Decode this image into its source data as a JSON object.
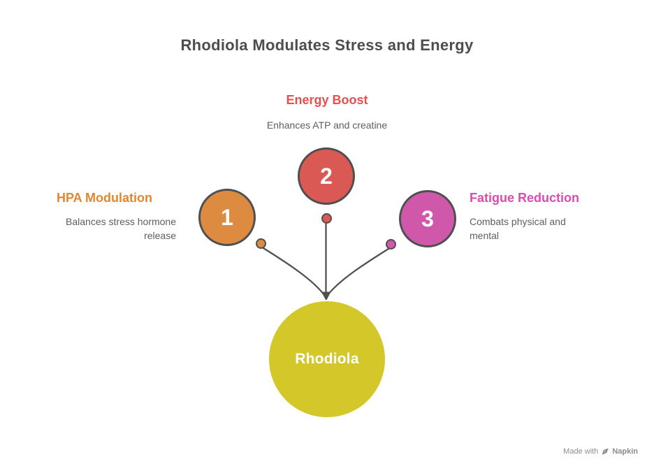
{
  "title": "Rhodiola Modulates Stress and Energy",
  "center": {
    "label": "Rhodiola"
  },
  "branches": [
    {
      "number": "1",
      "label": "HPA Modulation",
      "description": "Balances stress hormone release",
      "color": "#dd8b41",
      "position": "left"
    },
    {
      "number": "2",
      "label": "Energy Boost",
      "description": "Enhances ATP and creatine",
      "color": "#db5955",
      "position": "top"
    },
    {
      "number": "3",
      "label": "Fatigue Reduction",
      "description": "Combats physical and mental",
      "color": "#d058aa",
      "position": "right"
    }
  ],
  "watermark": {
    "prefix": "Made with",
    "brand": "Napkin"
  },
  "colors": {
    "background": "#ffffff",
    "title-text": "#4d4d4d",
    "body-text": "#5e5e5e",
    "line": "#4f4f4f",
    "orange": "#dd8b41",
    "orange-label": "#e2862f",
    "red": "#db5955",
    "red-label": "#e55050",
    "magenta": "#d058aa",
    "magenta-label": "#dc4bae",
    "yellow": "#d3c729",
    "node-text": "#ffffff",
    "center-ring": "#ffffff",
    "watermark": "#8c8c8c"
  }
}
